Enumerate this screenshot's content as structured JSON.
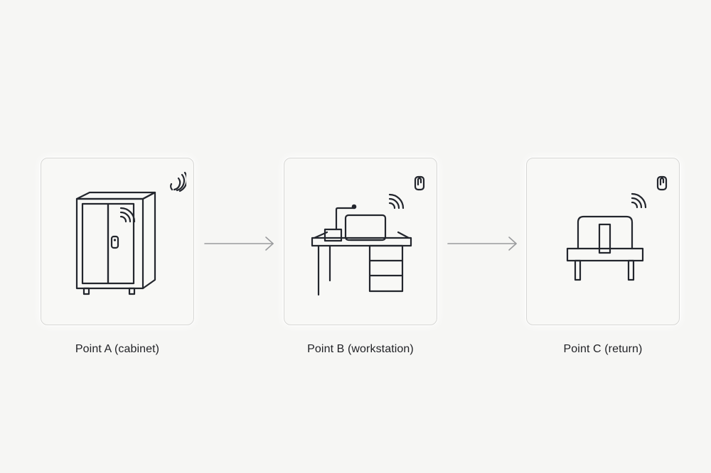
{
  "steps": [
    {
      "label": "Point A (cabinet)",
      "icon": "cabinet-icon",
      "corner_icon": "wireless-signal-icon"
    },
    {
      "label": "Point B (workstation)",
      "icon": "workstation-desk-icon",
      "corner_icon": "tag-icon"
    },
    {
      "label": "Point C (return)",
      "icon": "return-station-icon",
      "corner_icon": "tag-icon"
    }
  ],
  "connectors": [
    "arrow-right",
    "arrow-right"
  ],
  "colors": {
    "background": "#f6f6f4",
    "card_border": "#d6d6d4",
    "line": "#23262d",
    "arrow": "#9a9b9d"
  }
}
